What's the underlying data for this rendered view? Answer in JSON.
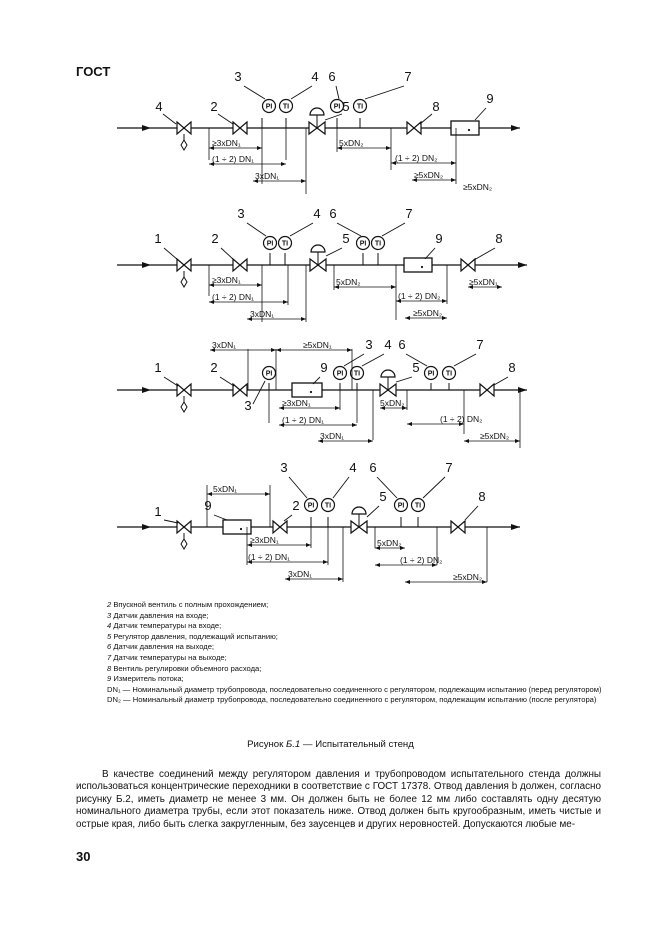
{
  "header": {
    "stamp": "ГОСТ"
  },
  "figure": {
    "gauges": {
      "pressure": "PI",
      "temperature": "TI"
    },
    "numbers": [
      "1",
      "2",
      "3",
      "4",
      "5",
      "6",
      "7",
      "8",
      "9"
    ],
    "dims": {
      "d3x1": "≥3xDN₁",
      "d12_1": "(1 ÷ 2) DN₁",
      "d3x1b": "3xDN₁",
      "d5x2": "5xDN₂",
      "d12_2": "(1 ÷ 2) DN₂",
      "d5x2b": "≥5xDN₂",
      "d5x1": "≥5xDN₁",
      "d3xe1": "3xDN₁",
      "d5xe1": "≥5xDN₁",
      "d5x1c": "5xDN₁"
    }
  },
  "legend": [
    {
      "num": "2",
      "text": " Впускной вентиль с полным прохождением;"
    },
    {
      "num": "3",
      "text": " Датчик давления на входе;"
    },
    {
      "num": "4",
      "text": " Датчик температуры на входе;"
    },
    {
      "num": "5",
      "text": " Регулятор давления, подлежащий испытанию;"
    },
    {
      "num": "6",
      "text": " Датчик давления на выходе;"
    },
    {
      "num": "7",
      "text": " Датчик температуры на выходе;"
    },
    {
      "num": "8",
      "text": " Вентиль регулировки объемного расхода;"
    },
    {
      "num": "9",
      "text": " Измеритель потока;"
    },
    {
      "num": "",
      "text": "DN₁ — Номинальный диаметр трубопровода, последовательно соединенного с регулятором, подлежащим испытанию (перед регулятором)"
    },
    {
      "num": "",
      "text": "DN₂ — Номинальный диаметр трубопровода, последовательно соединенного с регулятором, подлежащим испытанию (после регулятора)"
    }
  ],
  "caption": {
    "prefix": "Рисунок ",
    "num": "Б.1",
    "title": " — Испытательный стенд"
  },
  "paragraph": "В качестве соединений между регулятором давления и трубопроводом испытательного стенда должны использоваться концентрические переходники в соответствие с ГОСТ 17378. Отвод давления b должен, согласно рисунку Б.2, иметь диаметр не менее 3 мм. Он должен быть не более 12 мм либо составлять одну десятую номинального диаметра трубы, если этот показатель ниже. Отвод должен быть кругообразным, иметь чистые и острые края, либо быть слегка закругленным, без заусенцев и других неровностей. Допускаются любые ме-",
  "footer": {
    "page_number": "30"
  }
}
